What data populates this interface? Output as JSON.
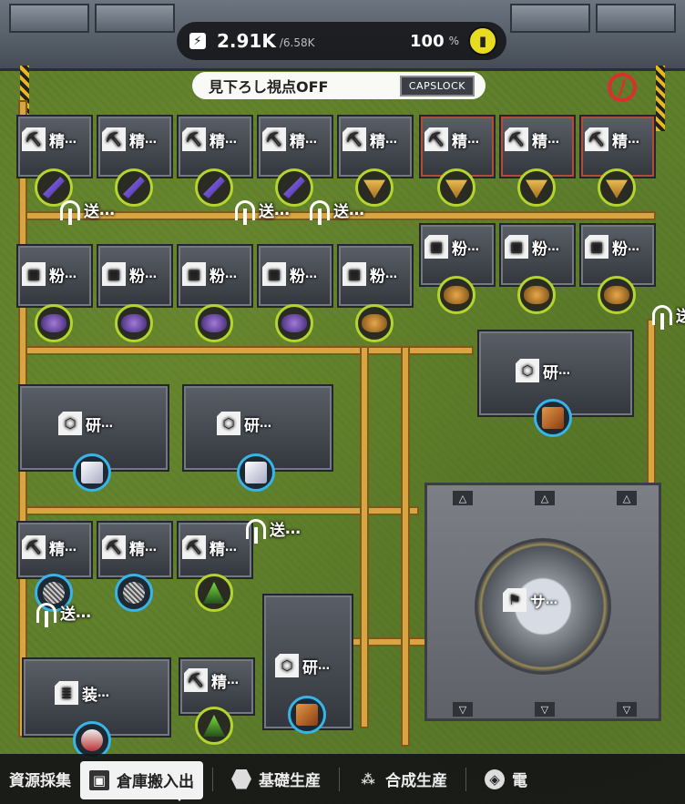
{
  "hud": {
    "power_icon": "bolt-icon",
    "power_current": "2.91K",
    "power_capacity": "/6.58K",
    "battery_percent": "100",
    "percent_sign": "%",
    "battery_icon": "battery-icon"
  },
  "view_toggle": {
    "label": "見下ろし視点OFF",
    "key": "CAPSLOCK"
  },
  "map": {
    "refinery_label": "精",
    "crusher_label": "粉",
    "research_label": "研",
    "relay_label": "送",
    "equip_label": "装",
    "core_label": "サ",
    "ellipsis": "…"
  },
  "bottom_tabs": [
    {
      "label": "資源採集",
      "icon": "none"
    },
    {
      "label": "倉庫搬入出",
      "icon": "storage-icon",
      "active": true
    },
    {
      "label": "基礎生産",
      "icon": "hexagon-icon"
    },
    {
      "label": "合成生産",
      "icon": "synthesis-icon"
    },
    {
      "label": "電",
      "icon": "power-icon"
    }
  ]
}
